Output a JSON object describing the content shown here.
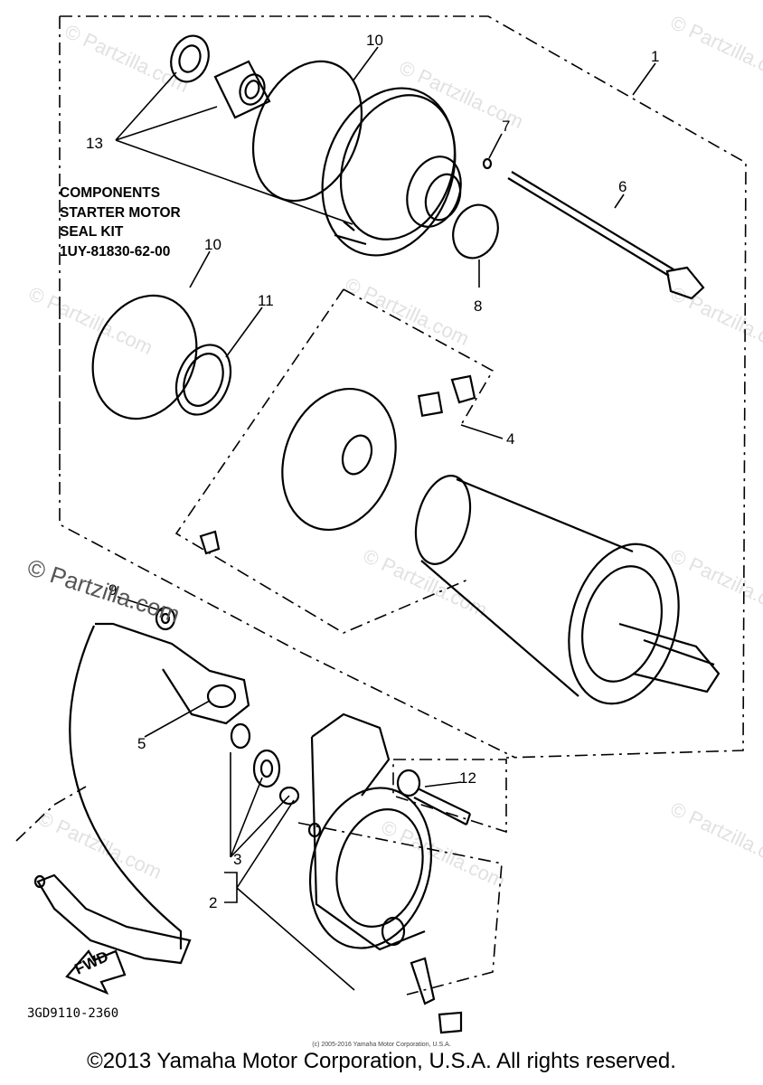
{
  "kit_box": {
    "line1": "COMPONENTS",
    "line2": "STARTER MOTOR",
    "line3": "SEAL KIT",
    "part_number": "1UY-81830-62-00"
  },
  "callouts": {
    "c1": "1",
    "c2": "2",
    "c3": "3",
    "c4": "4",
    "c5": "5",
    "c6": "6",
    "c7": "7",
    "c8": "8",
    "c9": "9",
    "c10a": "10",
    "c10b": "10",
    "c11": "11",
    "c12": "12",
    "c13": "13"
  },
  "fwd_label": "FWD",
  "drawing_number": "3GD9110-2360",
  "watermark_main": "© Partzilla.com",
  "watermark_tile": "© Partzilla.com",
  "small_copyright": "(c) 2005-2016 Yamaha Motor Corporation, U.S.A.",
  "copyright": "©2013 Yamaha Motor Corporation, U.S.A. All rights reserved."
}
